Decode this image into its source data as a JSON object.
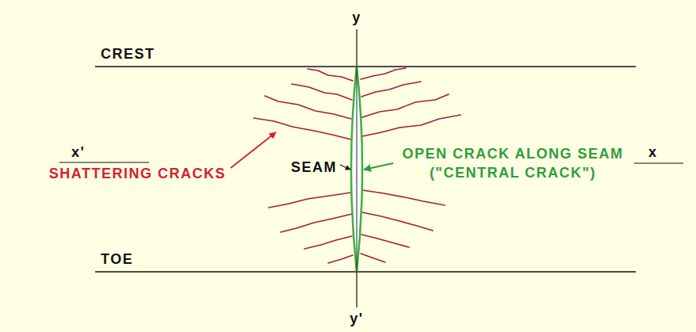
{
  "diagram": {
    "labels": [
      "y",
      "CREST",
      "x'",
      "x",
      "SHATTERING CRACKS",
      "SEAM",
      "OPEN CRACK ALONG SEAM (\"CENTRAL CRACK\")",
      "TOE",
      "y'"
    ]
  }
}
